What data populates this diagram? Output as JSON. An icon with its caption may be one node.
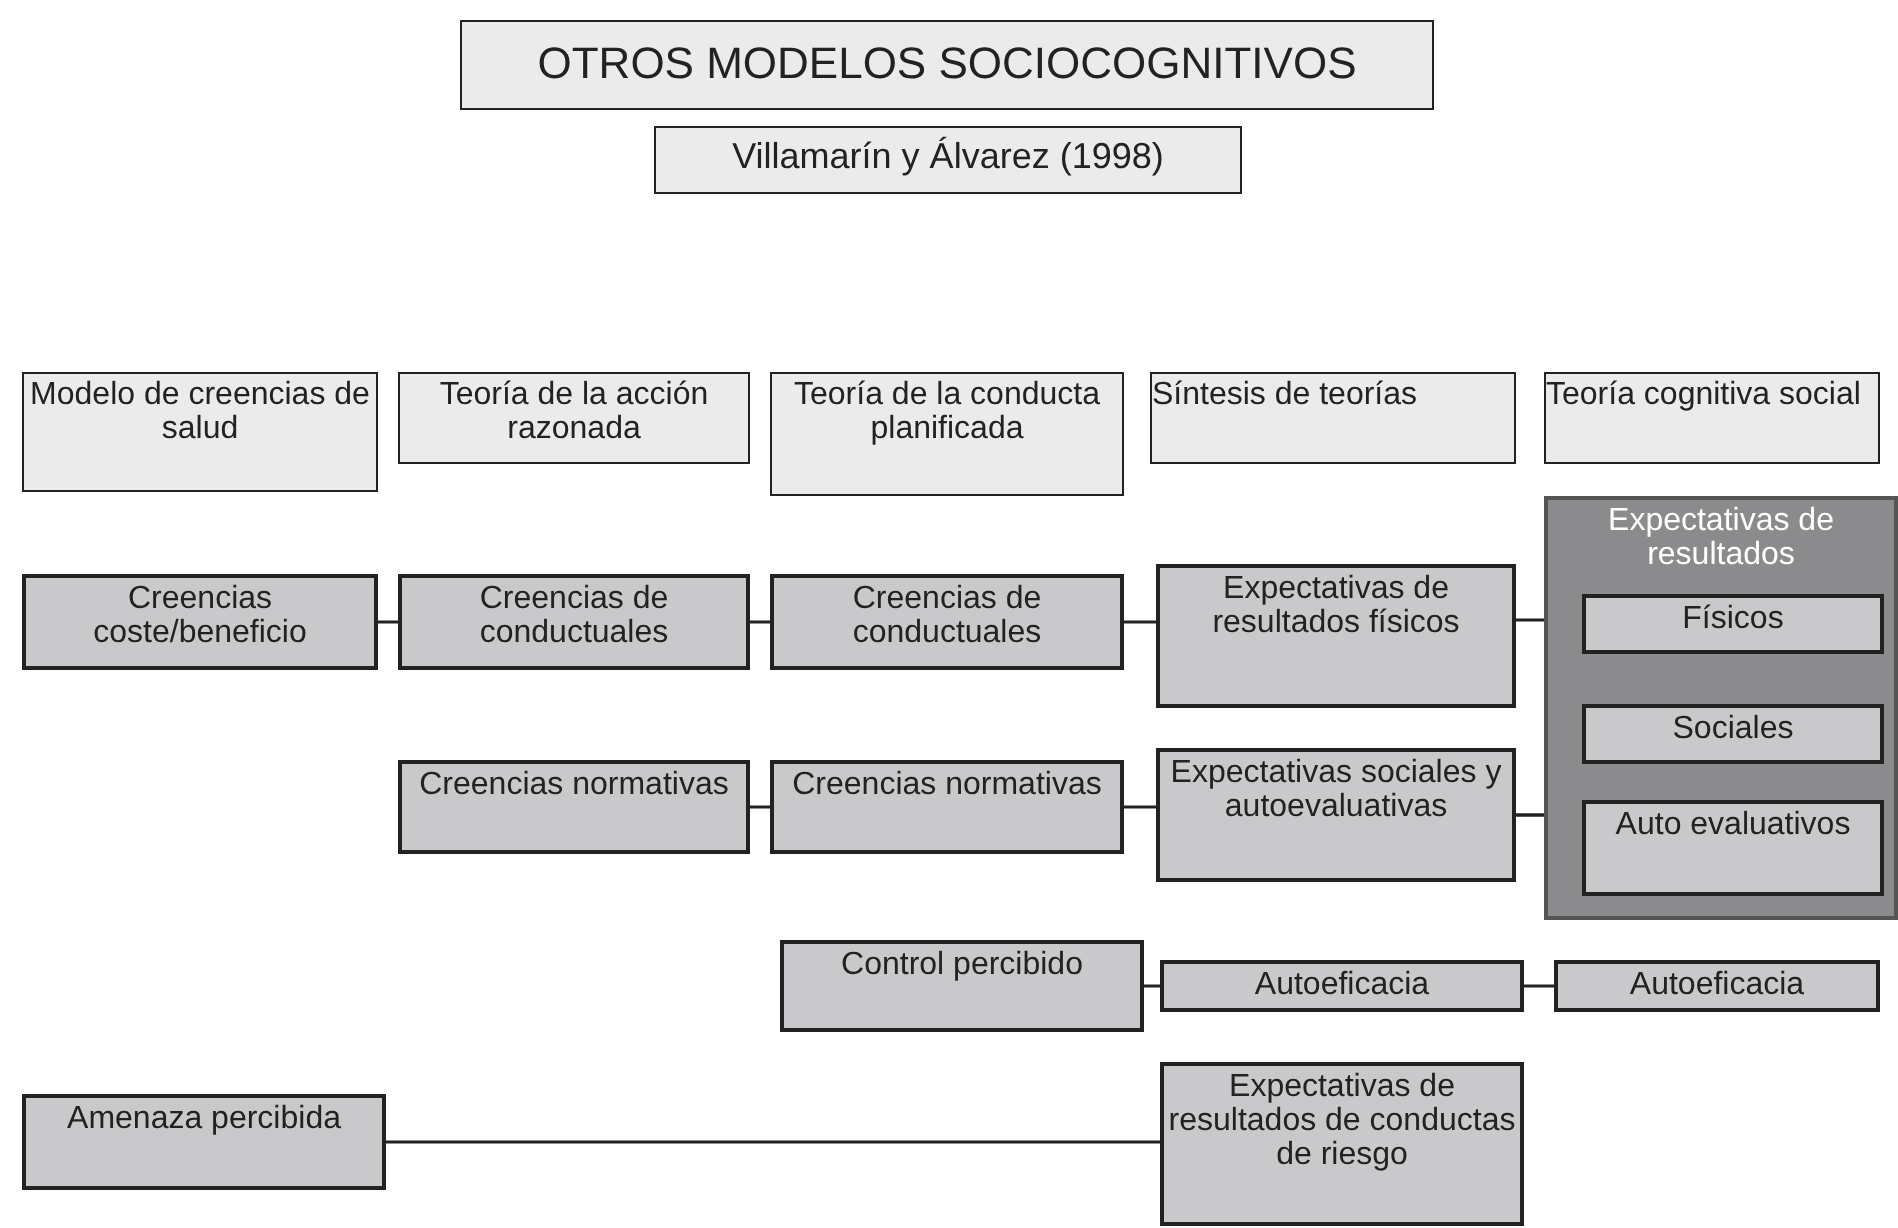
{
  "diagram": {
    "nodes": [
      {
        "text": [
          "OTROS MODELOS SOCIOCOGNITIVOS"
        ]
      },
      {
        "text": [
          "Villamarín y Álvarez (1998)"
        ]
      },
      {
        "text": [
          "Modelo de creencias de salud"
        ]
      },
      {
        "text": [
          "Teoría de la acción razonada"
        ]
      },
      {
        "text": [
          "Teoría de la conducta planificada"
        ]
      },
      {
        "text": [
          "Síntesis de teorías"
        ]
      },
      {
        "text": [
          "Teoría cognitiva social"
        ]
      },
      {
        "text": [
          "Creencias coste/beneficio"
        ]
      },
      {
        "text": [
          "Creencias de conductuales"
        ]
      },
      {
        "text": [
          "Creencias de conductuales"
        ]
      },
      {
        "text": [
          "Expectativas de resultados físicos"
        ]
      },
      {
        "text": [
          "Expectativas de resultados"
        ]
      },
      {
        "text": [
          "Físicos"
        ],
        "in": 11
      },
      {
        "text": [
          "Sociales"
        ],
        "in": 11
      },
      {
        "text": [
          "Auto evaluativos"
        ],
        "in": 11
      },
      {
        "text": [
          "Creencias normativas"
        ]
      },
      {
        "text": [
          "Creencias normativas"
        ]
      },
      {
        "text": [
          "Expectativas sociales y autoevaluativas"
        ]
      },
      {
        "text": [
          "Control percibido"
        ]
      },
      {
        "text": [
          "Autoeficacia"
        ]
      },
      {
        "text": [
          "Autoeficacia"
        ]
      },
      {
        "text": [
          "Amenaza percibida"
        ]
      },
      {
        "text": [
          "Expectativas de resultados de conductas de riesgo"
        ]
      }
    ],
    "edges": [
      {
        "from": 7,
        "to": 8,
        "arrow": "none"
      },
      {
        "from": 8,
        "to": 9,
        "arrow": "none"
      },
      {
        "from": 9,
        "to": 10,
        "arrow": "none"
      },
      {
        "from": 10,
        "to": 12,
        "arrow": "none"
      },
      {
        "from": 15,
        "to": 16,
        "arrow": "none"
      },
      {
        "from": 16,
        "to": 17,
        "arrow": "none"
      },
      {
        "from": 17,
        "to": 13,
        "arrow": "none"
      },
      {
        "from": 17,
        "to": 14,
        "arrow": "none"
      },
      {
        "from": 18,
        "to": 19,
        "arrow": "none"
      },
      {
        "from": 19,
        "to": 20,
        "arrow": "none"
      },
      {
        "from": 21,
        "to": 22,
        "arrow": "none"
      }
    ]
  }
}
